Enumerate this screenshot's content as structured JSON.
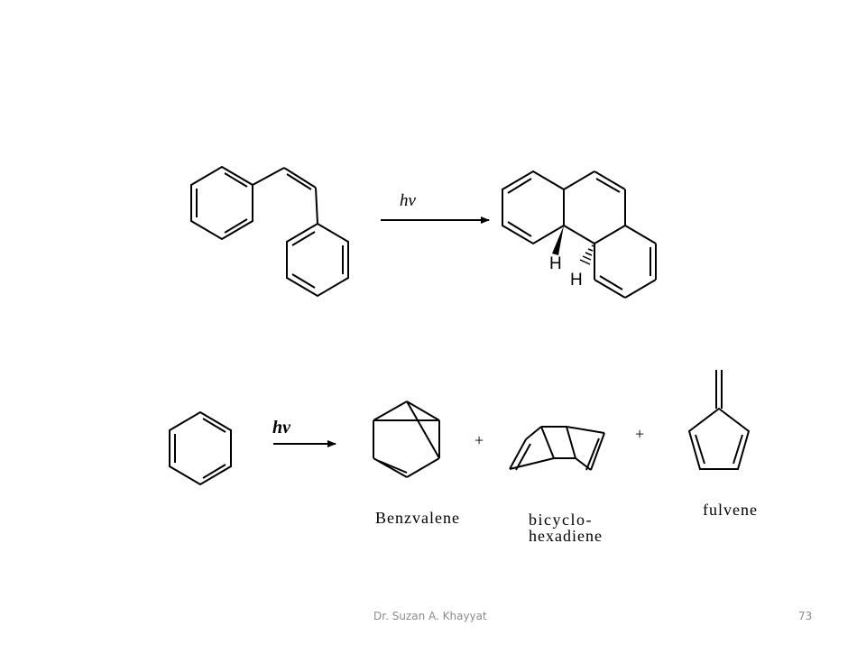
{
  "reaction1": {
    "reagent_label": "hv",
    "h_top": "H",
    "h_bottom": "H"
  },
  "reaction2": {
    "reagent_label": "hv",
    "plus1": "+",
    "plus2": "+",
    "product1_name": "Benzvalene",
    "product2_name_line1": "bicyclo-",
    "product2_name_line2": "hexadiene",
    "product3_name": "fulvene"
  },
  "footer": {
    "author": "Dr. Suzan A. Khayyat",
    "page_number": "73"
  },
  "colors": {
    "ink": "#000000",
    "footer_text": "#8c8c8c",
    "background": "#ffffff"
  }
}
